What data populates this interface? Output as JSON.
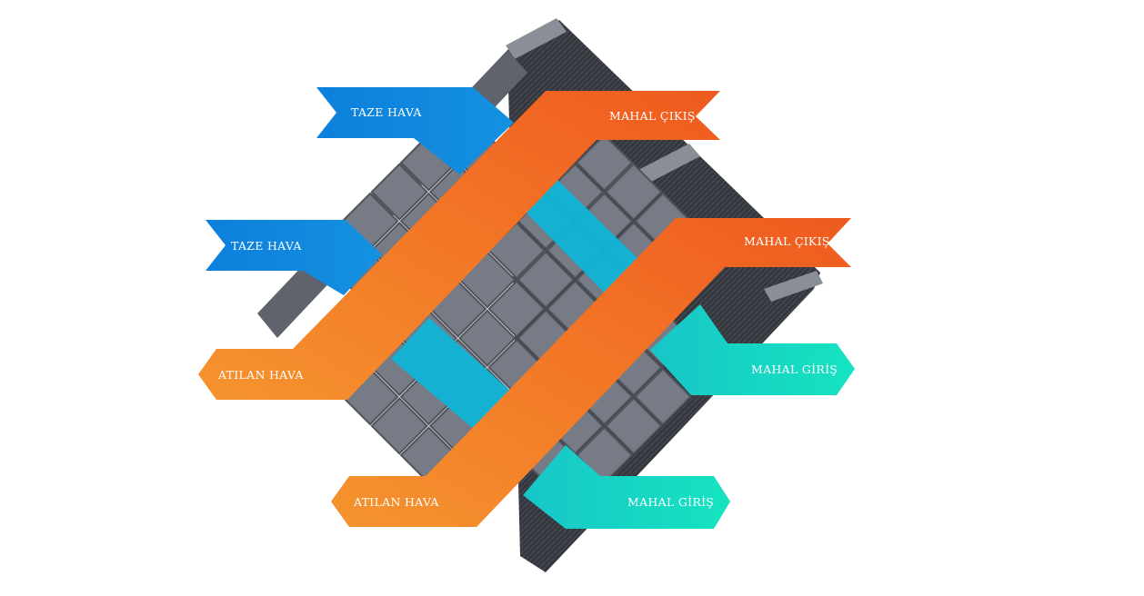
{
  "diagram": {
    "labels": {
      "fresh_top": "TAZE HAVA",
      "fresh_mid": "TAZE HAVA",
      "exhaust_top": "ATILAN HAVA",
      "exhaust_bottom": "ATILAN HAVA",
      "room_exit_top": "MAHAL ÇIKIŞ",
      "room_exit_mid": "MAHAL ÇIKIŞ",
      "room_in_top": "MAHAL GİRİŞ",
      "room_in_bottom": "MAHAL GİRİŞ"
    },
    "colors": {
      "fresh_air": "#0a84dc",
      "extract_air": "#f06222",
      "exhaust_air": "#f5922d",
      "supply_air": "#16ddc0",
      "core_blue": "#0fb6d8",
      "cell_grey": "#767b85",
      "casing_dark": "#2a2d33"
    }
  }
}
